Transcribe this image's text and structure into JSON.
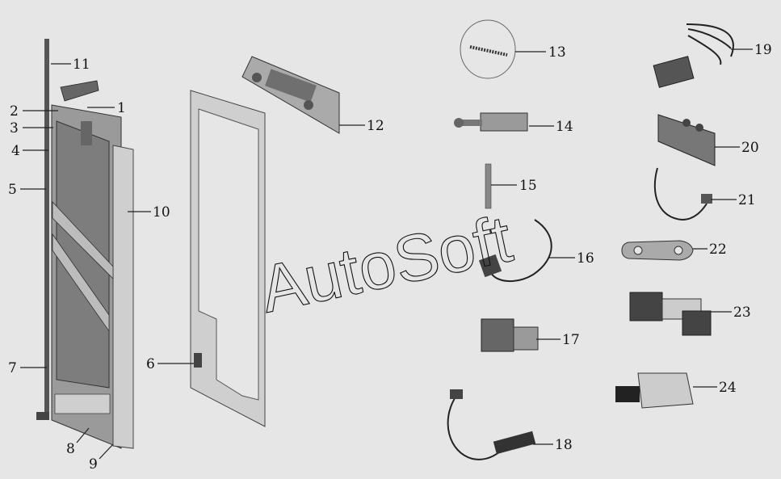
{
  "watermark": "AutoSoft",
  "callouts": [
    "1",
    "2",
    "3",
    "4",
    "5",
    "6",
    "7",
    "8",
    "9",
    "10",
    "11",
    "12",
    "13",
    "14",
    "15",
    "16",
    "17",
    "18",
    "19",
    "20",
    "21",
    "22",
    "23",
    "24"
  ],
  "colors": {
    "background": "#e6e6e6",
    "line": "#222222",
    "part_fill": "#8e8e8e"
  }
}
